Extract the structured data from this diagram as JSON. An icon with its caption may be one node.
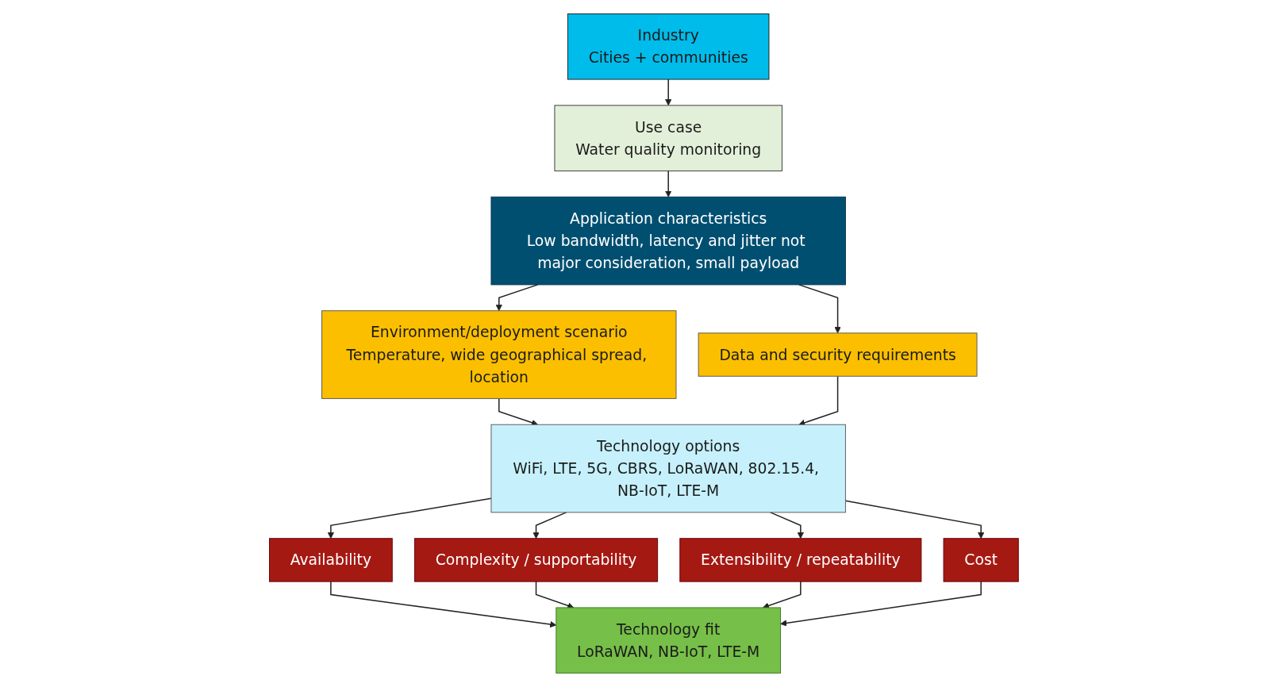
{
  "diagram": {
    "nodes": [
      {
        "text": [
          "Industry",
          "Cities + communities"
        ]
      },
      {
        "text": [
          "Use case",
          "Water quality monitoring"
        ]
      },
      {
        "text": [
          "Application characteristics",
          "Low bandwidth, latency and jitter not major consideration, small payload"
        ]
      },
      {
        "text": [
          "Environment/deployment scenario",
          "Temperature, wide geographical spread, location"
        ]
      },
      {
        "text": [
          "Data and security requirements"
        ]
      },
      {
        "text": [
          "Technology options",
          "WiFi, LTE, 5G, CBRS, LoRaWAN, 802.15.4, NB-IoT, LTE-M"
        ]
      },
      {
        "text": [
          "Availability"
        ]
      },
      {
        "text": [
          "Complexity / supportability"
        ]
      },
      {
        "text": [
          "Extensibility / repeatability"
        ]
      },
      {
        "text": [
          "Cost"
        ]
      },
      {
        "text": [
          "Technology fit",
          "LoRaWAN, NB-IoT, LTE-M"
        ]
      }
    ],
    "edges": [
      {
        "from": 0,
        "to": 1,
        "arrow": "to"
      },
      {
        "from": 1,
        "to": 2,
        "arrow": "to"
      },
      {
        "from": 2,
        "to": 3,
        "arrow": "to"
      },
      {
        "from": 2,
        "to": 4,
        "arrow": "to"
      },
      {
        "from": 3,
        "to": 5,
        "arrow": "to"
      },
      {
        "from": 4,
        "to": 5,
        "arrow": "to"
      },
      {
        "from": 5,
        "to": 6,
        "arrow": "to"
      },
      {
        "from": 5,
        "to": 7,
        "arrow": "to"
      },
      {
        "from": 5,
        "to": 8,
        "arrow": "to"
      },
      {
        "from": 5,
        "to": 9,
        "arrow": "to"
      },
      {
        "from": 6,
        "to": 10,
        "arrow": "to"
      },
      {
        "from": 7,
        "to": 10,
        "arrow": "to"
      },
      {
        "from": 8,
        "to": 10,
        "arrow": "to"
      },
      {
        "from": 9,
        "to": 10,
        "arrow": "to"
      }
    ]
  }
}
